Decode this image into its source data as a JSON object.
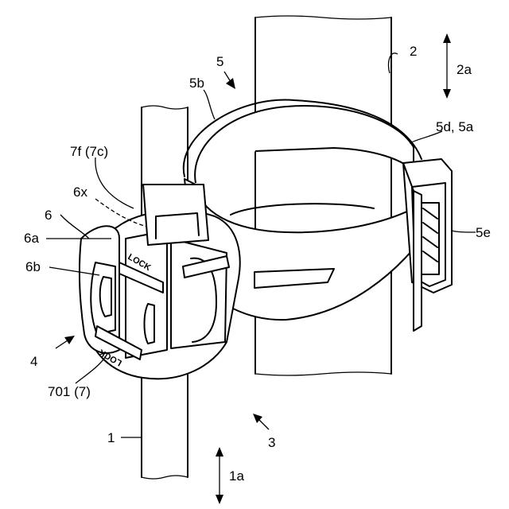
{
  "labels": {
    "l2": "2",
    "l2a": "2a",
    "l5": "5",
    "l5b": "5b",
    "l5d5a": "5d, 5a",
    "l7f7c": "7f (7c)",
    "l6x": "6x",
    "l6": "6",
    "l6a": "6a",
    "l5e": "5e",
    "l6b": "6b",
    "l4": "4",
    "l7017": "701 (7)",
    "l1": "1",
    "l3": "3",
    "l1a": "1a"
  },
  "stamps": {
    "lock_top": "LOCK",
    "lock_bottom": "LOCK"
  }
}
